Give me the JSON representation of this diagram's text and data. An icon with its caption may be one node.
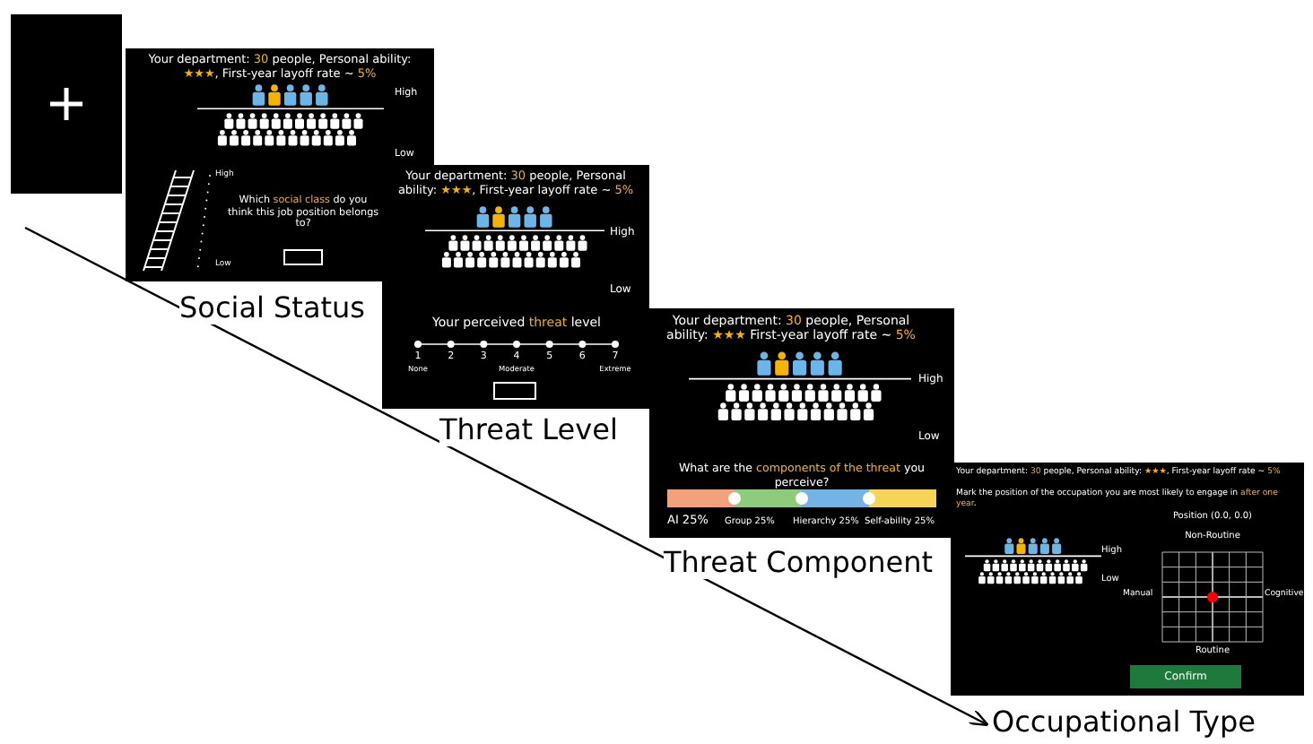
{
  "diagram": {
    "nodes": [
      {
        "text": [],
        "shape": "box"
      },
      {
        "text": [
          "Your department: **30** people, Personal ability: **★★★**, First-year layoff rate ~ **5%**",
          "High",
          "Low",
          "High",
          "Which **social class** do you think this job position belongs to?",
          "Low"
        ],
        "beside": [
          "Social Status"
        ]
      },
      {
        "text": [],
        "shape": "box",
        "in": 1
      },
      {
        "text": [
          "Your department: **30** people, Personal ability: **★★★**, First-year layoff rate ~ **5%**",
          "High",
          "Low",
          "Your perceived **threat** level",
          "1",
          "2",
          "3",
          "4",
          "5",
          "6",
          "7",
          "None",
          "Moderate",
          "Extreme"
        ],
        "beside": [
          "Threat Level"
        ]
      },
      {
        "text": [],
        "shape": "box",
        "in": 3
      },
      {
        "text": [
          "Your department: **30** people, Personal ability: **★★★** First-year layoff rate ~ **5%**",
          "High",
          "Low",
          "What are the **components of the threat** you perceive?",
          "AI 25%",
          "Group 25%",
          "Hierarchy 25%",
          "Self-ability 25%"
        ],
        "beside": [
          "Threat Component"
        ]
      },
      {
        "text": [
          "Your department: **30** people, Personal ability: **★★★**, First-year layoff rate ~ **5%**",
          "Mark the position of the occupation you are most likely to engage in **after one year**.",
          "High",
          "Low",
          "Position (0.0, 0.0)",
          "Non-Routine",
          "Manual",
          "Cognitive",
          "Routine"
        ],
        "beside": [
          "Occupational Type"
        ]
      },
      {
        "text": [
          "Confirm"
        ],
        "in": 6
      }
    ]
  }
}
